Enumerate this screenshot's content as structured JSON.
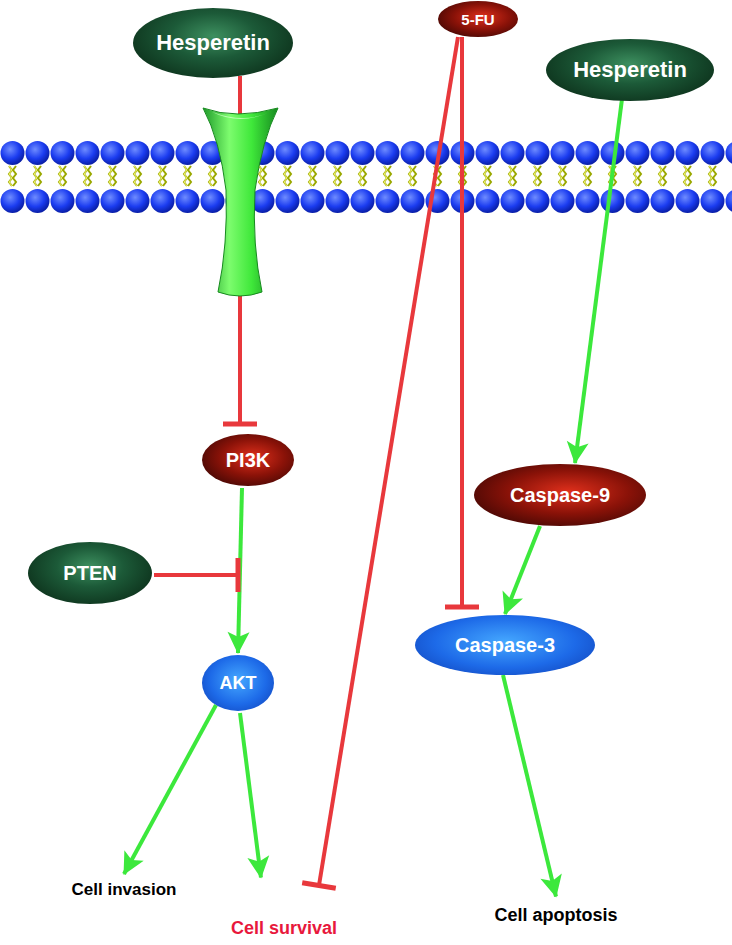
{
  "diagram": {
    "nodes": [
      {
        "text": [
          "Hesperetin"
        ]
      },
      {
        "text": [
          "5-FU"
        ]
      },
      {
        "text": [
          "Hesperetin"
        ]
      },
      {
        "text": [
          "PI3K"
        ]
      },
      {
        "text": [
          "Caspase-9"
        ]
      },
      {
        "text": [
          "PTEN"
        ]
      },
      {
        "text": [
          "Caspase-3"
        ]
      },
      {
        "text": [
          "AKT"
        ]
      },
      {
        "text": [
          "Cell invasion"
        ]
      },
      {
        "text": [
          "Cell survival"
        ]
      },
      {
        "text": [
          "Cell apoptosis"
        ]
      }
    ],
    "edges": [
      {
        "from": 0,
        "to": 3,
        "arrow": "to"
      },
      {
        "from": 3,
        "to": 7,
        "arrow": "to"
      },
      {
        "from": 5,
        "to": 7,
        "arrow": "to"
      },
      {
        "from": 7,
        "to": 8,
        "arrow": "to"
      },
      {
        "from": 7,
        "to": 9,
        "arrow": "to"
      },
      {
        "from": 1,
        "to": 9,
        "arrow": "to"
      },
      {
        "from": 1,
        "to": 6,
        "arrow": "to"
      },
      {
        "from": 2,
        "to": 4,
        "arrow": "to"
      },
      {
        "from": 4,
        "to": 6,
        "arrow": "to"
      },
      {
        "from": 6,
        "to": 10,
        "arrow": "to"
      }
    ]
  }
}
